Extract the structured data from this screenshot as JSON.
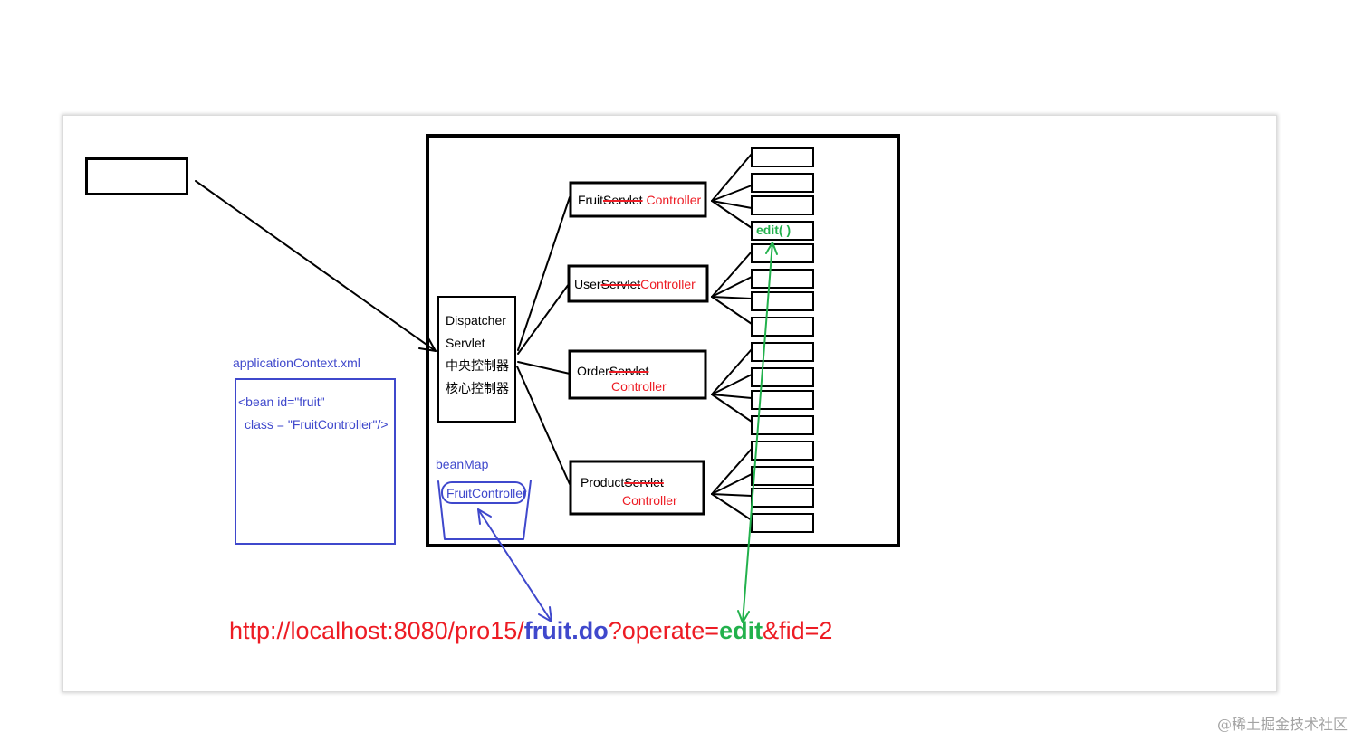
{
  "colors": {
    "ink": "#000000",
    "red": "#ed1c24",
    "blue": "#3f48cc",
    "green": "#22b14c",
    "watermark": "#a3a3a3"
  },
  "dispatcher": {
    "lines": [
      "Dispatcher",
      "Servlet",
      "中央控制器",
      "核心控制器"
    ]
  },
  "controllers": {
    "fruit": {
      "name": "Fruit",
      "struck": "Servlet",
      "suffix": " Controller"
    },
    "user": {
      "name": "User",
      "struck": "Servlet",
      "suffix": "Controller"
    },
    "order": {
      "name": "Order",
      "struck": "Servlet",
      "suffix": "Controller"
    },
    "product": {
      "name": "Product",
      "struck": "Servlet",
      "suffix": "Controller"
    }
  },
  "method_label": "edit( )",
  "config": {
    "filename": "applicationContext.xml",
    "lines": [
      "<bean id=\"fruit\"",
      "class = \"FruitController\"/>"
    ]
  },
  "bean_map": {
    "label": "beanMap",
    "entry": "FruitController"
  },
  "url": {
    "base": "http://localhost:8080/pro15/",
    "servlet_path": "fruit.do",
    "query_key": "?operate=",
    "operation": "edit",
    "rest": "&fid=2"
  },
  "watermark": "@稀土掘金技术社区"
}
